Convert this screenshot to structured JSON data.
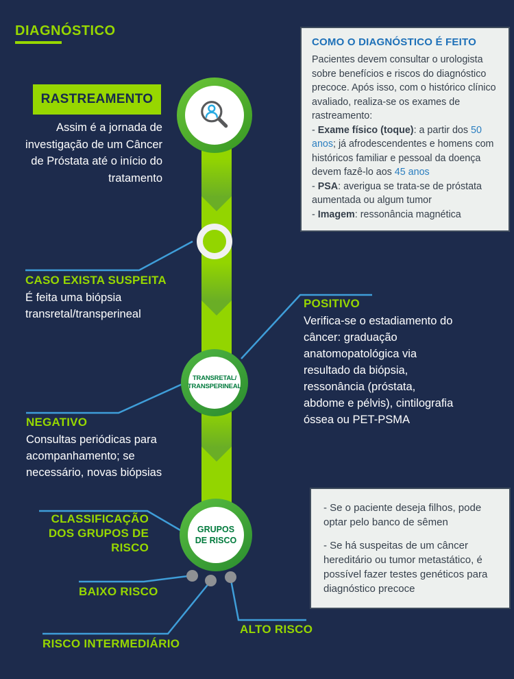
{
  "colors": {
    "background": "#1d2b4c",
    "accent_green": "#97d700",
    "chevron_green": "#6aae26",
    "ring_green": "#3c9c26",
    "circle_text_green": "#007a3c",
    "connector_blue": "#3f9ed9",
    "info_title_blue": "#1d70b8",
    "dot_gray": "#8f9194"
  },
  "header": {
    "title": "DIAGNÓSTICO"
  },
  "intro": {
    "badge": "RASTREAMENTO",
    "text": "Assim é a jornada de investigação de um Câncer de Próstata até o início do tratamento"
  },
  "diagnosis_box": {
    "title": "COMO O DIAGNÓSTICO É FEITO",
    "intro": "Pacientes devem consultar o urologista sobre benefícios e riscos do diagnóstico precoce. Após isso, com o histórico clínico avaliado, realiza-se os exames de rastreamento:",
    "exam": {
      "dash": "- ",
      "bold": "Exame físico (toque)",
      "t1": ": a partir dos ",
      "age1": "50 anos",
      "t2": "; já afrodescendentes e homens com históricos familiar e pessoal da doença devem fazê-lo aos ",
      "age2": "45 anos"
    },
    "psa": {
      "dash": "- ",
      "bold": "PSA",
      "t1": ": averigua se trata-se de próstata aumentada ou algum tumor"
    },
    "imagem": {
      "dash": "- ",
      "bold": "Imagem",
      "t1": ": ressonância magnética"
    }
  },
  "timeline": {
    "node_screening": {
      "icon": "magnifier-person-icon"
    },
    "node_biopsy": {
      "line1": "TRANSRETAL/",
      "line2": "TRANSPERINEAL"
    },
    "node_risk": {
      "line1": "GRUPOS",
      "line2": "DE RISCO"
    }
  },
  "steps": {
    "suspect": {
      "title": "CASO EXISTA SUSPEITA",
      "text": "É feita uma biópsia transretal/transperineal"
    },
    "positive": {
      "title": "POSITIVO",
      "text": "Verifica-se o estadiamento do câncer: graduação anatomopatológica via resultado da biópsia, ressonância (próstata, abdome e pélvis), cintilografia óssea ou PET-PSMA"
    },
    "negative": {
      "title": "NEGATIVO",
      "text": "Consultas periódicas para acompanhamento; se necessário, novas biópsias"
    },
    "classification": {
      "title": "CLASSIFICAÇÃO DOS GRUPOS DE RISCO"
    }
  },
  "risk_levels": {
    "low": "BAIXO RISCO",
    "intermediate": "RISCO INTERMEDIÁRIO",
    "high": "ALTO RISCO"
  },
  "notes_box": {
    "p1": "- Se o paciente deseja filhos, pode optar pelo banco de sêmen",
    "p2": "- Se há suspeitas de um câncer hereditário ou tumor metastático, é possível fazer testes genéticos para diagnóstico precoce"
  }
}
